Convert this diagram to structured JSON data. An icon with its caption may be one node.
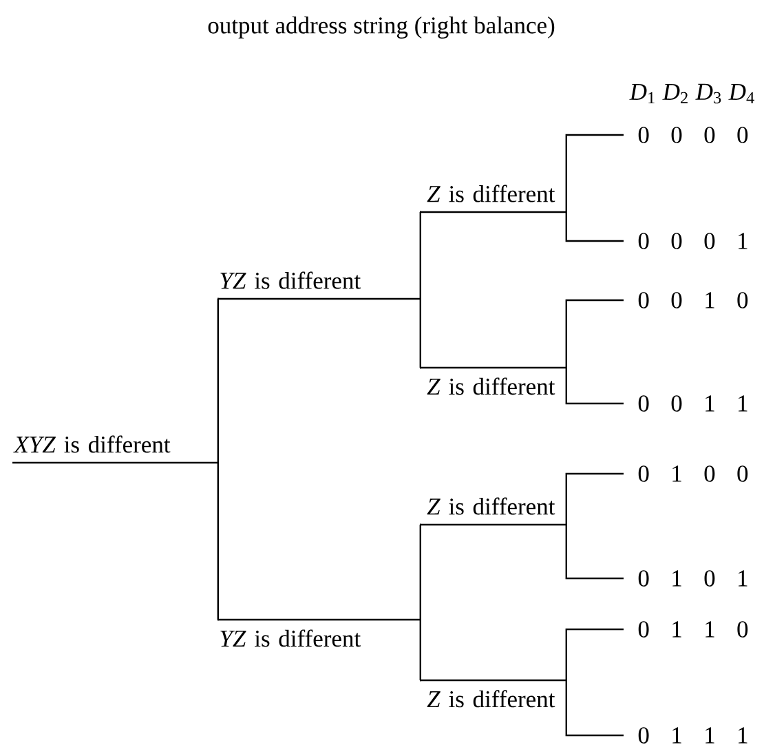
{
  "diagram": {
    "title": "output address string (right balance)",
    "nodes": [
      {
        "text": [
          "*XYZ* is different"
        ]
      },
      {
        "text": [
          "*YZ* is different"
        ]
      },
      {
        "text": [
          "*Z* is different"
        ]
      },
      {
        "text": [
          "*Z* is different"
        ]
      },
      {
        "text": [
          "*YZ* is different"
        ]
      },
      {
        "text": [
          "*Z* is different"
        ]
      },
      {
        "text": [
          "*Z* is different"
        ]
      },
      {
        "text": [
          "0 0 0 0"
        ]
      },
      {
        "text": [
          "0 0 0 1"
        ]
      },
      {
        "text": [
          "0 0 1 0"
        ]
      },
      {
        "text": [
          "0 0 1 1"
        ]
      },
      {
        "text": [
          "0 1 0 0"
        ]
      },
      {
        "text": [
          "0 1 0 1"
        ]
      },
      {
        "text": [
          "0 1 1 0"
        ]
      },
      {
        "text": [
          "0 1 1 1"
        ]
      }
    ],
    "edges": [
      {
        "from": 0,
        "to": 1,
        "arrow": "none"
      },
      {
        "from": 0,
        "to": 4,
        "arrow": "none"
      },
      {
        "from": 1,
        "to": 2,
        "arrow": "none"
      },
      {
        "from": 1,
        "to": 3,
        "arrow": "none"
      },
      {
        "from": 2,
        "to": 7,
        "arrow": "none"
      },
      {
        "from": 2,
        "to": 8,
        "arrow": "none"
      },
      {
        "from": 3,
        "to": 9,
        "arrow": "none"
      },
      {
        "from": 3,
        "to": 10,
        "arrow": "none"
      },
      {
        "from": 4,
        "to": 5,
        "arrow": "none"
      },
      {
        "from": 4,
        "to": 6,
        "arrow": "none"
      },
      {
        "from": 5,
        "to": 11,
        "arrow": "none"
      },
      {
        "from": 5,
        "to": 12,
        "arrow": "none"
      },
      {
        "from": 6,
        "to": 13,
        "arrow": "none"
      },
      {
        "from": 6,
        "to": 14,
        "arrow": "none"
      }
    ],
    "labels": [
      "*D*$_{1}$",
      "*D*$_{2}$",
      "*D*$_{3}$",
      "*D*$_{4}$"
    ]
  }
}
